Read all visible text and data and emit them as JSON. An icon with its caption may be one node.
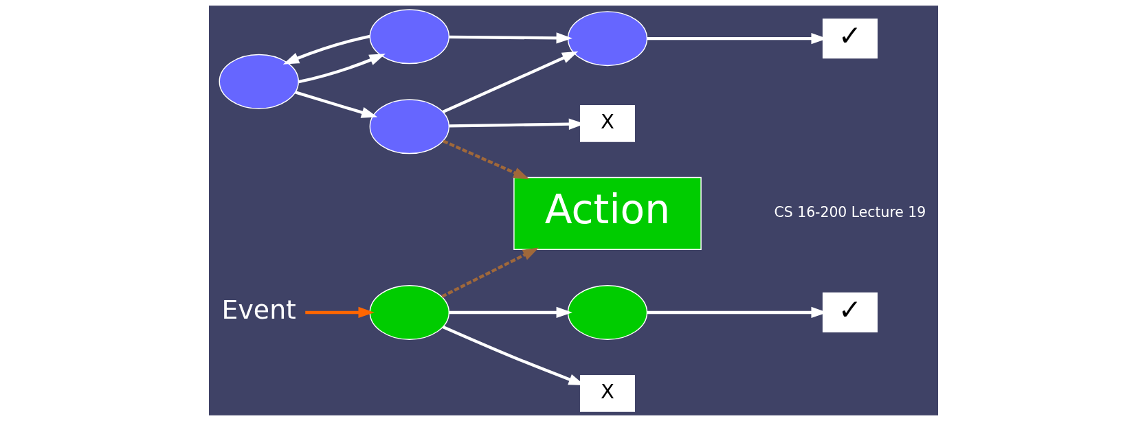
{
  "diagram": {
    "nodes": [
      {
        "text": [],
        "shape": "ellipse"
      },
      {
        "text": [],
        "shape": "ellipse"
      },
      {
        "text": [],
        "shape": "ellipse"
      },
      {
        "text": [],
        "shape": "ellipse"
      },
      {
        "text": [
          "✓"
        ]
      },
      {
        "text": [
          "X"
        ]
      },
      {
        "text": [
          "Event"
        ]
      },
      {
        "text": [],
        "shape": "ellipse"
      },
      {
        "text": [],
        "shape": "ellipse"
      },
      {
        "text": [
          "✓"
        ]
      },
      {
        "text": [
          "X"
        ]
      },
      {
        "text": [
          "Action"
        ]
      }
    ],
    "edges": [
      {
        "from": 1,
        "to": 0,
        "arrow": "to"
      },
      {
        "from": 0,
        "to": 1,
        "arrow": "to"
      },
      {
        "from": 1,
        "to": 2,
        "arrow": "to"
      },
      {
        "from": 2,
        "to": 4,
        "arrow": "to"
      },
      {
        "from": 0,
        "to": 3,
        "arrow": "to"
      },
      {
        "from": 3,
        "to": 2,
        "arrow": "to"
      },
      {
        "from": 3,
        "to": 5,
        "arrow": "to"
      },
      {
        "from": 6,
        "to": 7,
        "arrow": "to",
        "color": "#ff6600"
      },
      {
        "from": 7,
        "to": 8,
        "arrow": "to"
      },
      {
        "from": 8,
        "to": 9,
        "arrow": "to"
      },
      {
        "from": 7,
        "to": 10,
        "arrow": "to"
      },
      {
        "from": 3,
        "to": 11,
        "arrow": "to",
        "style": "dashed",
        "color": "#a0683a"
      },
      {
        "from": 7,
        "to": 11,
        "arrow": "to",
        "style": "dashed",
        "color": "#a0683a"
      }
    ],
    "labels": [
      "CS 16-200 Lecture 19"
    ]
  }
}
